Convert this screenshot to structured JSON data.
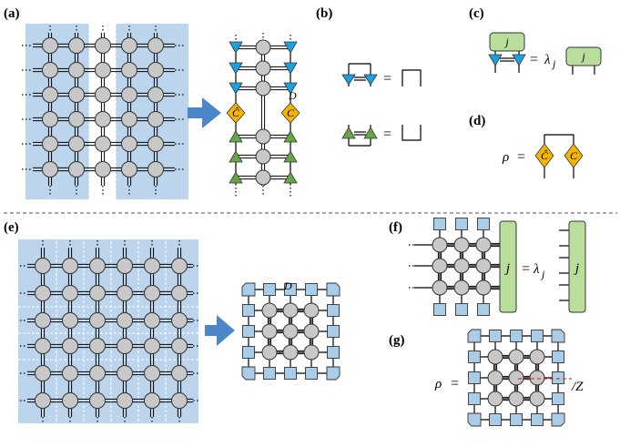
{
  "panels": {
    "a": "(a)",
    "b": "(b)",
    "c": "(c)",
    "d": "(d)",
    "e": "(e)",
    "f": "(f)",
    "g": "(g)"
  },
  "symbols": {
    "D_a": "D",
    "C_hat": "Ĉ",
    "C": "C",
    "j_c_top": "j",
    "j_c_right": "j",
    "lambda": "λ",
    "lambda_sub": "j",
    "rho_d": "ρ",
    "D_e": "D",
    "j_f_left": "j",
    "j_f_right": "j",
    "rho_g": "ρ",
    "over_Z": "/Z"
  },
  "equals": "=",
  "colors": {
    "bath": "#bcd5ec",
    "site": "#c8c8c8",
    "blue_triangle": "#1ba1e2",
    "green_triangle": "#63a844",
    "corner_tensor": "#f4b400",
    "boundary_vector": "#7ea954",
    "boundary_vector_fill": "#b9dd9a",
    "edge_square": "#a9cde9",
    "arrow": "#4a86c8",
    "cut": "#e03030"
  }
}
